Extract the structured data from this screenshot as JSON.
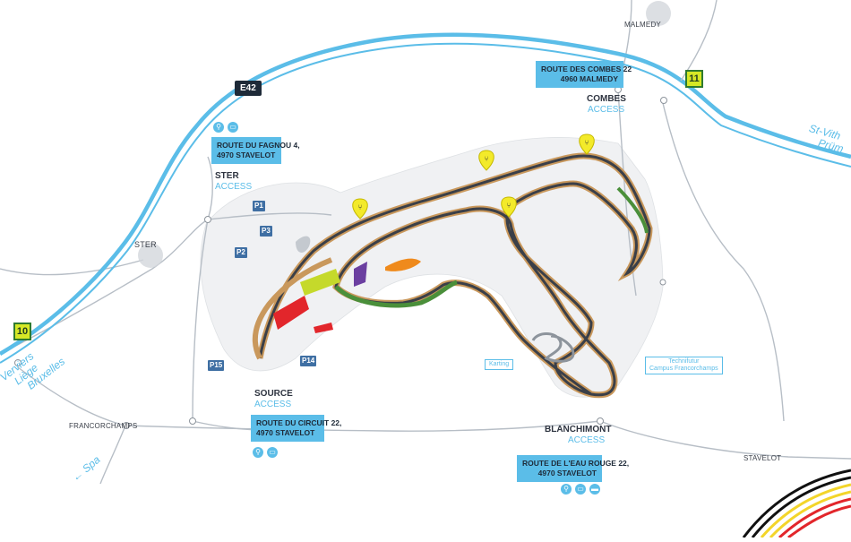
{
  "places": {
    "malmedy": "MALMEDY",
    "ster": "STER",
    "francorchamps": "FRANCORCHAMPS",
    "stavelot": "STAVELOT",
    "spa": "Spa"
  },
  "motorway": {
    "e42": "E42",
    "exit_10": "10",
    "exit_11": "11",
    "direction_west_1": "Verviers",
    "direction_west_2": "Liège",
    "direction_west_3": "Bruxelles",
    "direction_east_1": "St-Vith",
    "direction_east_2": "Prüm"
  },
  "accesses": {
    "combes": {
      "address_line1": "ROUTE DES COMBES 22",
      "address_line2": "4960 MALMEDY",
      "name": "COMBES",
      "sub": "ACCESS"
    },
    "ster": {
      "address_line1": "ROUTE DU FAGNOU 4,",
      "address_line2": "4970 STAVELOT",
      "name": "STER",
      "sub": "ACCESS"
    },
    "source": {
      "name": "SOURCE",
      "sub": "ACCESS",
      "address_line1": "ROUTE DU CIRCUIT 22,",
      "address_line2": "4970 STAVELOT"
    },
    "blanchimont": {
      "name": "BLANCHIMONT",
      "sub": "ACCESS",
      "address_line1": "ROUTE DE L'EAU ROUGE 22,",
      "address_line2": "4970 STAVELOT"
    }
  },
  "parkings": {
    "p1": "P1",
    "p2": "P2",
    "p3": "P3",
    "p14": "P14",
    "p15": "P15"
  },
  "facilities": {
    "karting": "Karting",
    "technifutur_1": "Technifutur",
    "technifutur_2": "Campus Francorchamps"
  },
  "icons": [
    "walk-icon",
    "shuttle-icon",
    "car-icon",
    "restaurant-icon"
  ],
  "colors": {
    "road_highway": "#5bbde8",
    "road_secondary": "#b7bec6",
    "track_asphalt": "#3a3f48",
    "track_kerb": "#c9985c",
    "track_green": "#4a8f3a",
    "venue_grey": "#d3d7dc",
    "accent_yellow": "#f3ea2a",
    "paddock_red": "#e2262b",
    "zone_orange": "#ef8a1c",
    "zone_purple": "#6b3fa0",
    "zone_lime": "#c5d92b"
  }
}
